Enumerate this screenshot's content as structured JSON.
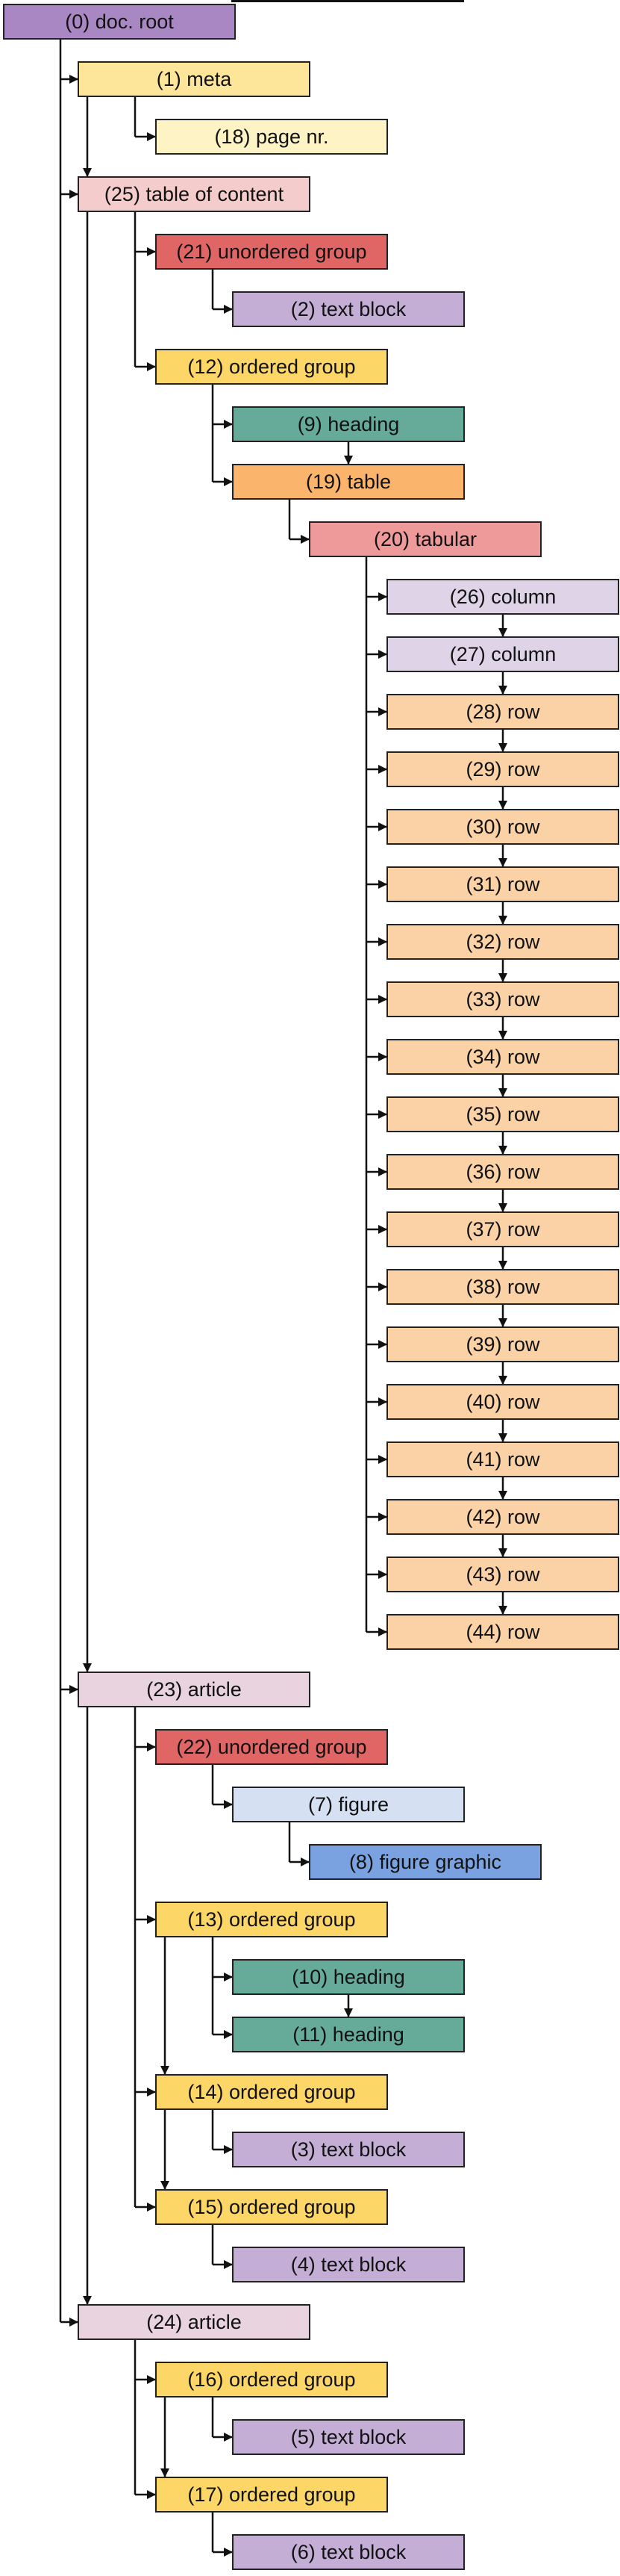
{
  "colors": {
    "root": "#a887c3",
    "meta": "#fde59a",
    "page": "#fdf3c4",
    "toc": "#f5cccc",
    "unordered": "#e06666",
    "text": "#c4aed6",
    "ordered": "#fcd767",
    "heading": "#66ab9a",
    "table": "#fbb46c",
    "tabular": "#ee9a9a",
    "column": "#ded3e7",
    "row": "#fbd1a6",
    "article": "#e8d3df",
    "figure": "#d5e0f3",
    "graphic": "#7ba2e0",
    "line": "#111111"
  },
  "nodes": [
    {
      "id": 0,
      "label": "(0) doc. root",
      "kind": "root"
    },
    {
      "id": 1,
      "label": "(1) meta",
      "kind": "meta"
    },
    {
      "id": 18,
      "label": "(18) page nr.",
      "kind": "page"
    },
    {
      "id": 25,
      "label": "(25) table of content",
      "kind": "toc"
    },
    {
      "id": 21,
      "label": "(21) unordered group",
      "kind": "unordered"
    },
    {
      "id": 2,
      "label": "(2) text block",
      "kind": "text"
    },
    {
      "id": 12,
      "label": "(12) ordered group",
      "kind": "ordered"
    },
    {
      "id": 9,
      "label": "(9) heading",
      "kind": "heading"
    },
    {
      "id": 19,
      "label": "(19) table",
      "kind": "table"
    },
    {
      "id": 20,
      "label": "(20) tabular",
      "kind": "tabular"
    },
    {
      "id": 26,
      "label": "(26) column",
      "kind": "column"
    },
    {
      "id": 27,
      "label": "(27) column",
      "kind": "column"
    },
    {
      "id": 28,
      "label": "(28) row",
      "kind": "row"
    },
    {
      "id": 29,
      "label": "(29) row",
      "kind": "row"
    },
    {
      "id": 30,
      "label": "(30) row",
      "kind": "row"
    },
    {
      "id": 31,
      "label": "(31) row",
      "kind": "row"
    },
    {
      "id": 32,
      "label": "(32) row",
      "kind": "row"
    },
    {
      "id": 33,
      "label": "(33) row",
      "kind": "row"
    },
    {
      "id": 34,
      "label": "(34) row",
      "kind": "row"
    },
    {
      "id": 35,
      "label": "(35) row",
      "kind": "row"
    },
    {
      "id": 36,
      "label": "(36) row",
      "kind": "row"
    },
    {
      "id": 37,
      "label": "(37) row",
      "kind": "row"
    },
    {
      "id": 38,
      "label": "(38) row",
      "kind": "row"
    },
    {
      "id": 39,
      "label": "(39) row",
      "kind": "row"
    },
    {
      "id": 40,
      "label": "(40) row",
      "kind": "row"
    },
    {
      "id": 41,
      "label": "(41) row",
      "kind": "row"
    },
    {
      "id": 42,
      "label": "(42) row",
      "kind": "row"
    },
    {
      "id": 43,
      "label": "(43) row",
      "kind": "row"
    },
    {
      "id": 44,
      "label": "(44) row",
      "kind": "row"
    },
    {
      "id": 23,
      "label": "(23) article",
      "kind": "article"
    },
    {
      "id": 22,
      "label": "(22) unordered group",
      "kind": "unordered"
    },
    {
      "id": 7,
      "label": "(7) figure",
      "kind": "figure"
    },
    {
      "id": 8,
      "label": "(8) figure graphic",
      "kind": "graphic"
    },
    {
      "id": 13,
      "label": "(13) ordered group",
      "kind": "ordered"
    },
    {
      "id": 10,
      "label": "(10) heading",
      "kind": "heading"
    },
    {
      "id": 11,
      "label": "(11) heading",
      "kind": "heading"
    },
    {
      "id": 14,
      "label": "(14) ordered group",
      "kind": "ordered"
    },
    {
      "id": 3,
      "label": "(3) text block",
      "kind": "text"
    },
    {
      "id": 15,
      "label": "(15) ordered group",
      "kind": "ordered"
    },
    {
      "id": 4,
      "label": "(4) text block",
      "kind": "text"
    },
    {
      "id": 24,
      "label": "(24) article",
      "kind": "article"
    },
    {
      "id": 16,
      "label": "(16) ordered group",
      "kind": "ordered"
    },
    {
      "id": 5,
      "label": "(5) text block",
      "kind": "text"
    },
    {
      "id": 17,
      "label": "(17) ordered group",
      "kind": "ordered"
    },
    {
      "id": 6,
      "label": "(6) text block",
      "kind": "text"
    }
  ],
  "containment": [
    {
      "parent": 0,
      "children": [
        1,
        25,
        23,
        24
      ]
    },
    {
      "parent": 1,
      "children": [
        18
      ]
    },
    {
      "parent": 25,
      "children": [
        21,
        12
      ]
    },
    {
      "parent": 21,
      "children": [
        2
      ]
    },
    {
      "parent": 12,
      "children": [
        9,
        19
      ]
    },
    {
      "parent": 19,
      "children": [
        20
      ]
    },
    {
      "parent": 20,
      "children": [
        26,
        27,
        28,
        29,
        30,
        31,
        32,
        33,
        34,
        35,
        36,
        37,
        38,
        39,
        40,
        41,
        42,
        43,
        44
      ]
    },
    {
      "parent": 23,
      "children": [
        22,
        13,
        14,
        15
      ]
    },
    {
      "parent": 22,
      "children": [
        7
      ]
    },
    {
      "parent": 7,
      "children": [
        8
      ]
    },
    {
      "parent": 13,
      "children": [
        10,
        11
      ]
    },
    {
      "parent": 14,
      "children": [
        3
      ]
    },
    {
      "parent": 15,
      "children": [
        4
      ]
    },
    {
      "parent": 24,
      "children": [
        16,
        17
      ]
    },
    {
      "parent": 16,
      "children": [
        5
      ]
    },
    {
      "parent": 17,
      "children": [
        6
      ]
    }
  ],
  "sequence": [
    [
      1,
      25
    ],
    [
      25,
      23
    ],
    [
      23,
      24
    ],
    [
      9,
      19
    ],
    [
      26,
      27
    ],
    [
      27,
      28
    ],
    [
      28,
      29
    ],
    [
      29,
      30
    ],
    [
      30,
      31
    ],
    [
      31,
      32
    ],
    [
      32,
      33
    ],
    [
      33,
      34
    ],
    [
      34,
      35
    ],
    [
      35,
      36
    ],
    [
      36,
      37
    ],
    [
      37,
      38
    ],
    [
      38,
      39
    ],
    [
      39,
      40
    ],
    [
      40,
      41
    ],
    [
      41,
      42
    ],
    [
      42,
      43
    ],
    [
      43,
      44
    ],
    [
      10,
      11
    ],
    [
      13,
      14
    ],
    [
      14,
      15
    ],
    [
      16,
      17
    ]
  ]
}
